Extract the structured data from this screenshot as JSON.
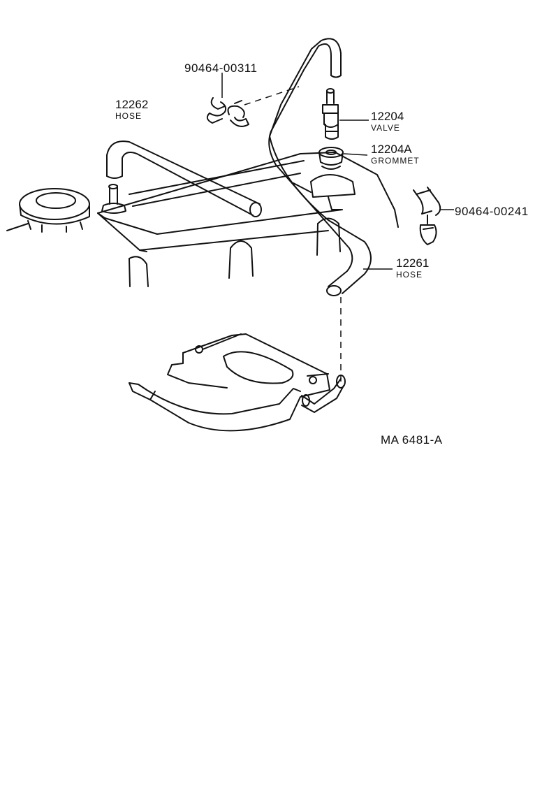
{
  "parts": [
    {
      "id": "p1",
      "number": "90464-00311",
      "name": ""
    },
    {
      "id": "p2",
      "number": "12262",
      "name": "HOSE"
    },
    {
      "id": "p3",
      "number": "12204",
      "name": "VALVE"
    },
    {
      "id": "p4",
      "number": "12204A",
      "name": "GROMMET"
    },
    {
      "id": "p5",
      "number": "90464-00241",
      "name": ""
    },
    {
      "id": "p6",
      "number": "12261",
      "name": "HOSE"
    }
  ],
  "diagram_code": "MA  6481-A",
  "colors": {
    "ink": "#111111",
    "paper": "#ffffff"
  }
}
